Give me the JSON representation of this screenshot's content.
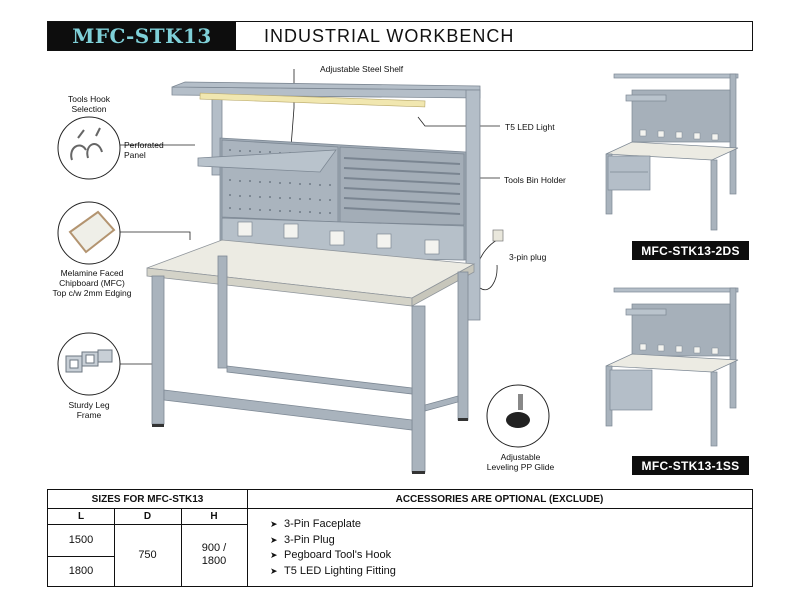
{
  "header": {
    "model": "MFC-STK13",
    "title": "INDUSTRIAL WORKBENCH"
  },
  "callouts": {
    "shelf": "Adjustable Steel Shelf",
    "hook": [
      "Tools Hook",
      "Selection"
    ],
    "perforated": [
      "Perforated",
      "Panel"
    ],
    "led": "T5 LED Light",
    "bin": "Tools Bin Holder",
    "plug": "3-pin plug",
    "melamine": [
      "Melamine Faced",
      "Chipboard (MFC)",
      "Top c/w 2mm Edging"
    ],
    "frame": [
      "Sturdy Leg",
      "Frame"
    ],
    "glide": [
      "Adjustable",
      "Leveling PP Glide"
    ]
  },
  "variants": {
    "v2ds": "MFC-STK13-2DS",
    "v1ss": "MFC-STK13-1SS"
  },
  "spec": {
    "sizes_header": "SIZES FOR MFC-STK13",
    "acc_header": "ACCESSORIES ARE OPTIONAL (EXCLUDE)",
    "col_l": "L",
    "col_d": "D",
    "col_h": "H",
    "l1": "1500",
    "l2": "1800",
    "d": "750",
    "h": "900 / 1800",
    "h_line1": "900 /",
    "h_line2": "1800",
    "accessories": [
      "3-Pin Faceplate",
      "3-Pin Plug",
      "Pegboard Tool's Hook",
      "T5 LED Lighting Fitting"
    ]
  },
  "colors": {
    "frame": "#a9b3bd",
    "frame_dark": "#8793a0",
    "top": "#ecebe3",
    "model_text": "#7fd0d8",
    "label_bg": "#0d0d0d"
  }
}
